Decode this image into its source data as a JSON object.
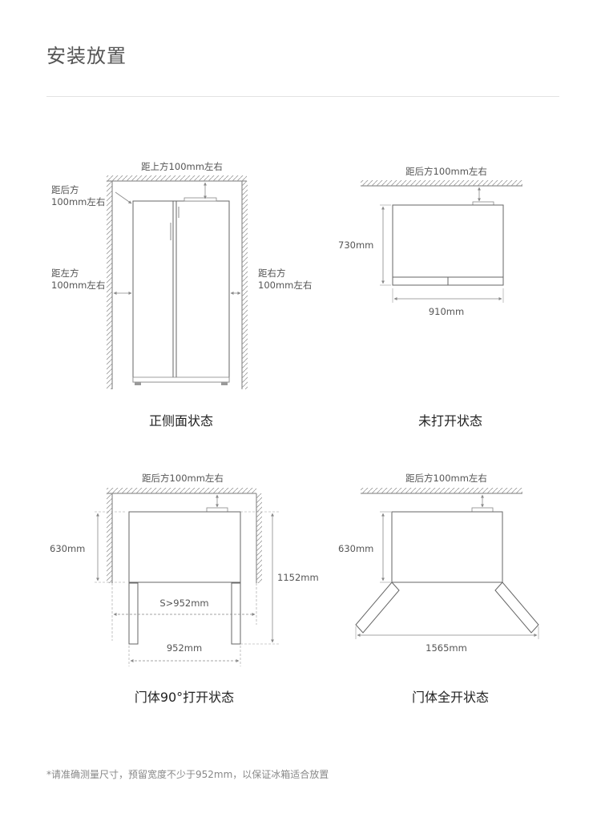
{
  "page": {
    "title": "安装放置",
    "note": "*请准确测量尺寸，预留宽度不少于952mm，以保证冰箱适合放置"
  },
  "panels": {
    "front": {
      "caption": "正侧面状态",
      "top_gap": "距上方100mm左右",
      "back_gap_1": "距后方",
      "back_gap_2": "100mm左右",
      "left_gap_1": "距左方",
      "left_gap_2": "100mm左右",
      "right_gap_1": "距右方",
      "right_gap_2": "100mm左右"
    },
    "closed": {
      "caption": "未打开状态",
      "back_gap": "距后方100mm左右",
      "depth": "730mm",
      "width": "910mm"
    },
    "open90": {
      "caption": "门体90°打开状态",
      "back_gap": "距后方100mm左右",
      "depth": "630mm",
      "total_depth": "1152mm",
      "space": "S>952mm",
      "width": "952mm"
    },
    "fullopen": {
      "caption": "门体全开状态",
      "back_gap": "距后方100mm左右",
      "depth": "630mm",
      "width": "1565mm"
    }
  }
}
